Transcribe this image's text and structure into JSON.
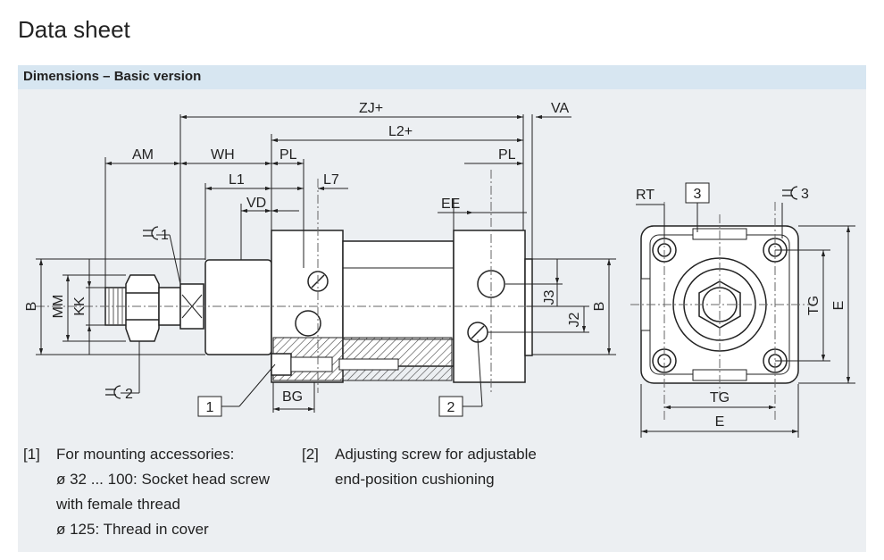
{
  "page_title": "Data sheet",
  "section_title": "Dimensions – Basic version",
  "dimension_labels": {
    "zj": "ZJ+",
    "va": "VA",
    "l2": "L2+",
    "am": "AM",
    "wh": "WH",
    "pl": "PL",
    "pl2": "PL",
    "l1": "L1",
    "l7": "L7",
    "vd": "VD",
    "ee": "EE",
    "bg": "BG",
    "b": "B",
    "mm": "MM",
    "kk": "KK",
    "j3": "J3",
    "j2": "J2",
    "b2": "B",
    "rt": "RT",
    "tg_v": "TG",
    "e_v": "E",
    "tg_h": "TG",
    "e_h": "E",
    "wrench1": "1",
    "wrench2": "2",
    "wrench3": "3"
  },
  "callouts": {
    "c1": "1",
    "c2": "2",
    "c3": "3"
  },
  "notes": [
    {
      "number": "[1]",
      "lines": [
        "For mounting accessories:",
        "ø 32 ... 100: Socket head screw",
        "with female thread",
        "ø 125: Thread in cover"
      ]
    },
    {
      "number": "[2]",
      "lines": [
        "Adjusting screw for adjustable",
        "end-position cushioning"
      ]
    }
  ]
}
